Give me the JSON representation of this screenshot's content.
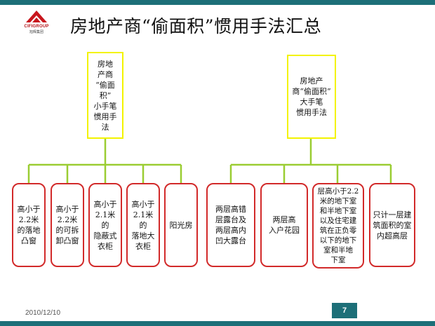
{
  "logo": {
    "name": "CIFIGROUP",
    "subtext": "旭辉集团"
  },
  "title": "房地产商“偷面积”惯用手法汇总",
  "left_group": {
    "parent": "房地\n产商\n“偷面积”\n小手笔\n惯用手法",
    "children": [
      "高小于\n2.2米\n的落地\n凸窗",
      "高小于\n2.2米\n的可拆\n卸凸窗",
      "高小于\n2.1米的\n隐蔽式\n衣柜",
      "高小于\n2.1米的\n落地大\n衣柜",
      "阳光房"
    ]
  },
  "right_group": {
    "parent": "房地产\n商“偷面积”\n大手笔\n惯用手法",
    "children": [
      "两层高错\n层露台及\n两层高内\n凹大露台",
      "两层高\n入户花园",
      "层高小于2.2\n米的地下室\n和半地下室\n以及住宅建\n筑在正负零\n以下的地下\n室和半地\n下室",
      "只计一层建\n筑面积的室\n内超高层"
    ]
  },
  "colors": {
    "accent": "#1d6f78",
    "connector": "#9acd32",
    "parent_border": "#f3f300",
    "child_border": "#d22a2a"
  },
  "footer": {
    "date": "2010/12/10",
    "page": "7"
  }
}
